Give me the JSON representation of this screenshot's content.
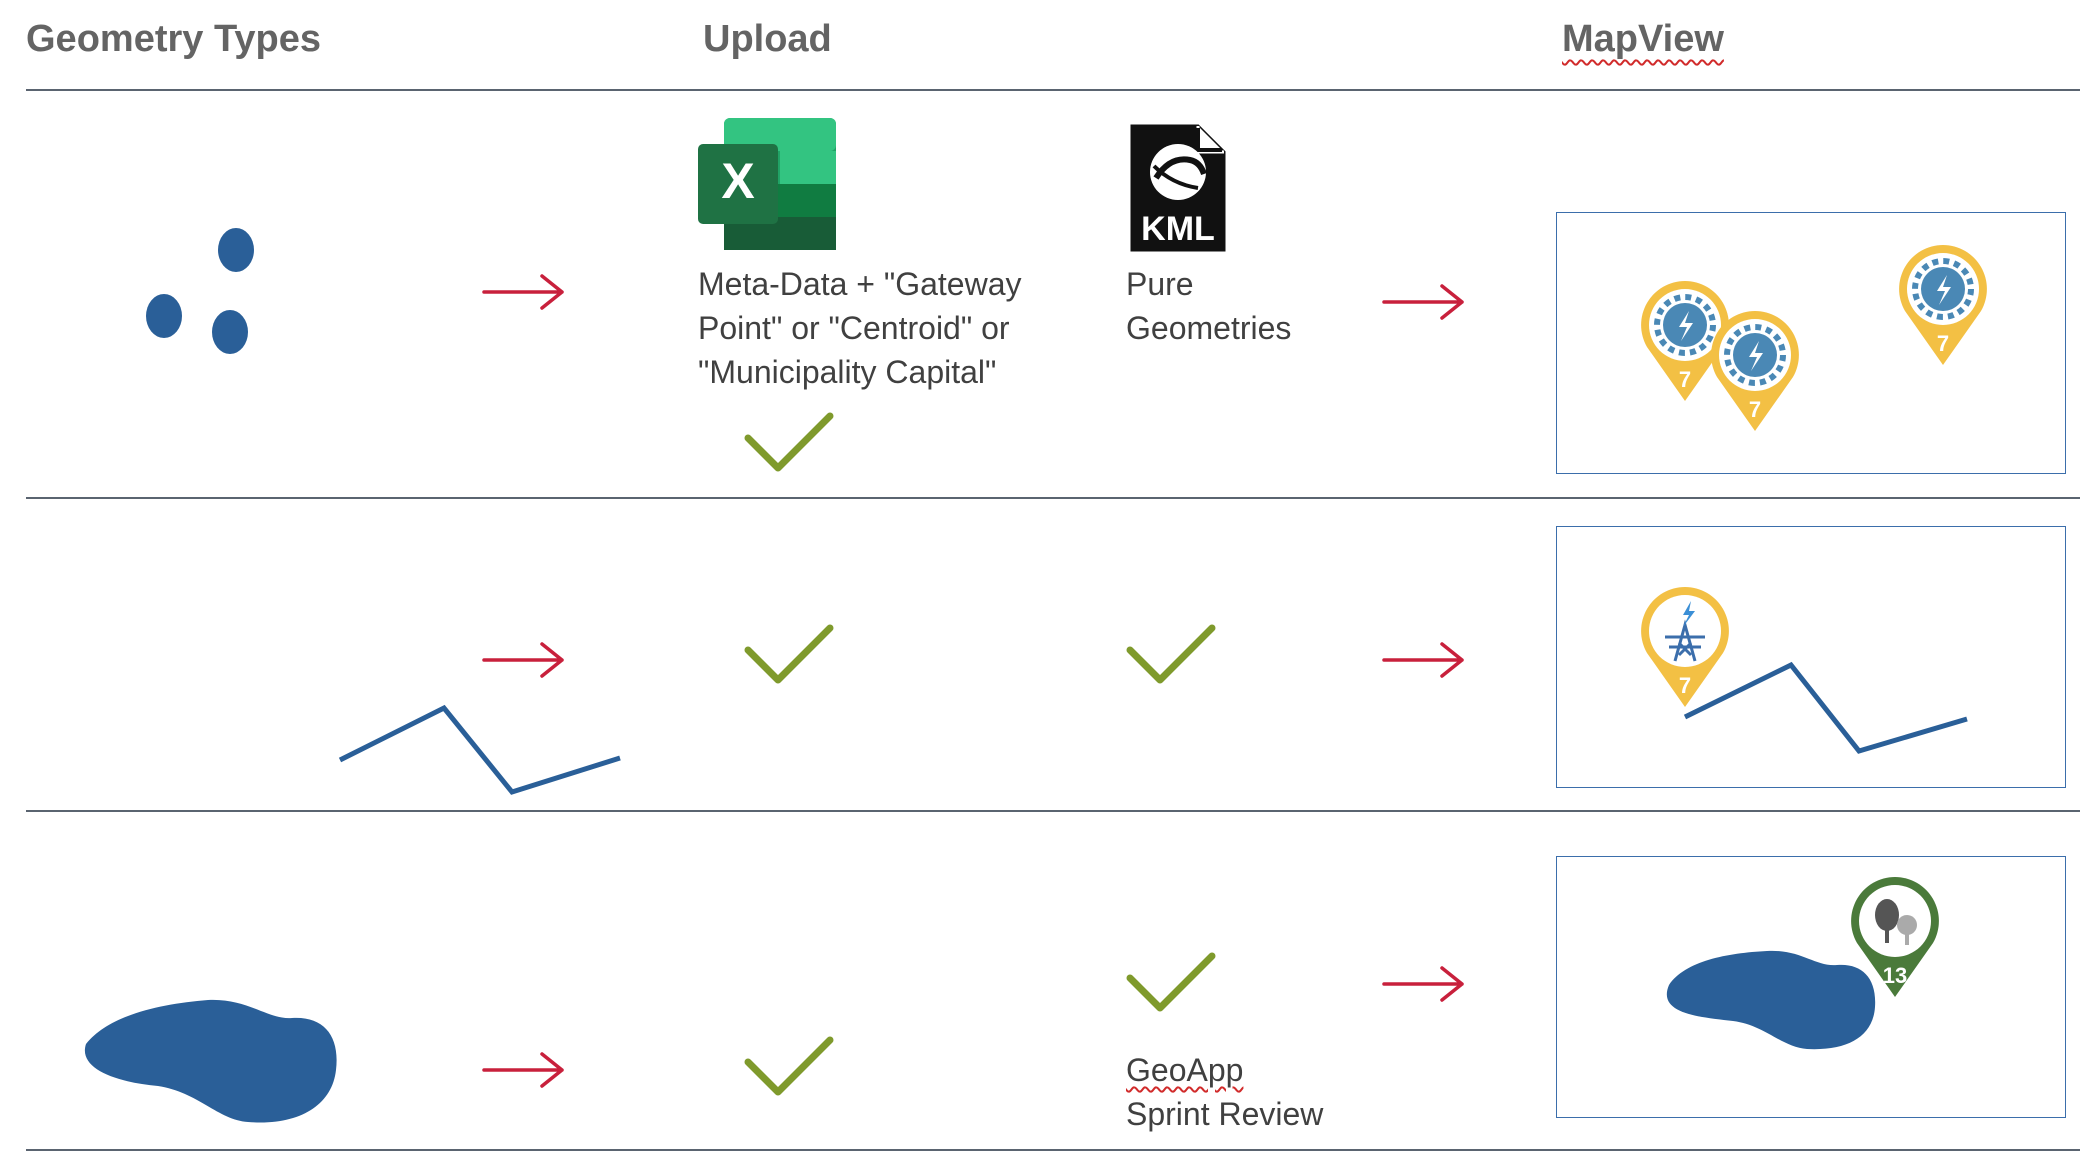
{
  "headers": {
    "geometry_types": "Geometry Types",
    "upload": "Upload",
    "mapview": "MapView"
  },
  "upload": {
    "excel_label": "X",
    "kml_label": "KML",
    "excel_description_lines": [
      "Meta-Data + \"Gateway",
      "Point\" or \"Centroid\" or",
      "\"Municipality Capital\""
    ],
    "kml_description_lines": [
      "Pure",
      "Geometries"
    ]
  },
  "rows": [
    {
      "geometry": "points"
    },
    {
      "geometry": "line"
    },
    {
      "geometry": "polygon"
    }
  ],
  "mapview": {
    "row1_marker_labels": [
      "7",
      "7",
      "7"
    ],
    "row2_marker_label": "7",
    "row3_marker_label": "13"
  },
  "footer_note": {
    "line1": "GeoApp",
    "line2": "Sprint Review"
  },
  "colors": {
    "geometry_blue": "#2a5f98",
    "arrow_red": "#c8203c",
    "check_green": "#7f9a2c",
    "marker_yellow": "#f3c044",
    "marker_green": "#4a7a3a",
    "excel_green": "#1f7244",
    "rule_gray": "#5a6470"
  }
}
